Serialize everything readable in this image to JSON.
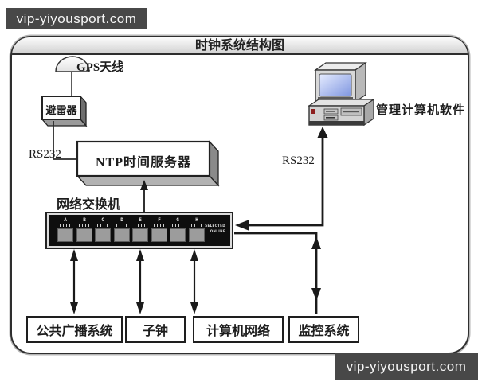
{
  "watermarks": {
    "top": "vip-yiyousport.com",
    "bottom": "vip-yiyousport.com"
  },
  "diagram": {
    "title": "时钟系统结构图",
    "labels": {
      "gps": "GPS天线",
      "arrester": "避雷器",
      "rs232_left": "RS232",
      "ntp_server": "NTP时间服务器",
      "switch": "网络交换机",
      "rs232_right": "RS232",
      "management_pc": "管理计算机软件"
    },
    "switch_ports": [
      "A",
      "B",
      "C",
      "D",
      "E",
      "F",
      "G",
      "H"
    ],
    "switch_panel": {
      "line1": "SELECTED",
      "line2": "ONLINE"
    },
    "bottom_boxes": [
      {
        "label": "公共广播系统"
      },
      {
        "label": "子钟"
      },
      {
        "label": "计算机网络"
      },
      {
        "label": "监控系统"
      }
    ],
    "colors": {
      "watermark_bg": "#484848",
      "watermark_text": "#f5f5f5",
      "ink": "#1d1d1d",
      "frame_border": "#2e2e2e",
      "switch_body": "#0e0e0e",
      "switch_port": "#9c9c9c",
      "screen_top": "#e6ecff",
      "screen_bottom": "#7f96e0",
      "box_side": "#8a8a8a",
      "box_bottom": "#b2b2b2"
    }
  }
}
